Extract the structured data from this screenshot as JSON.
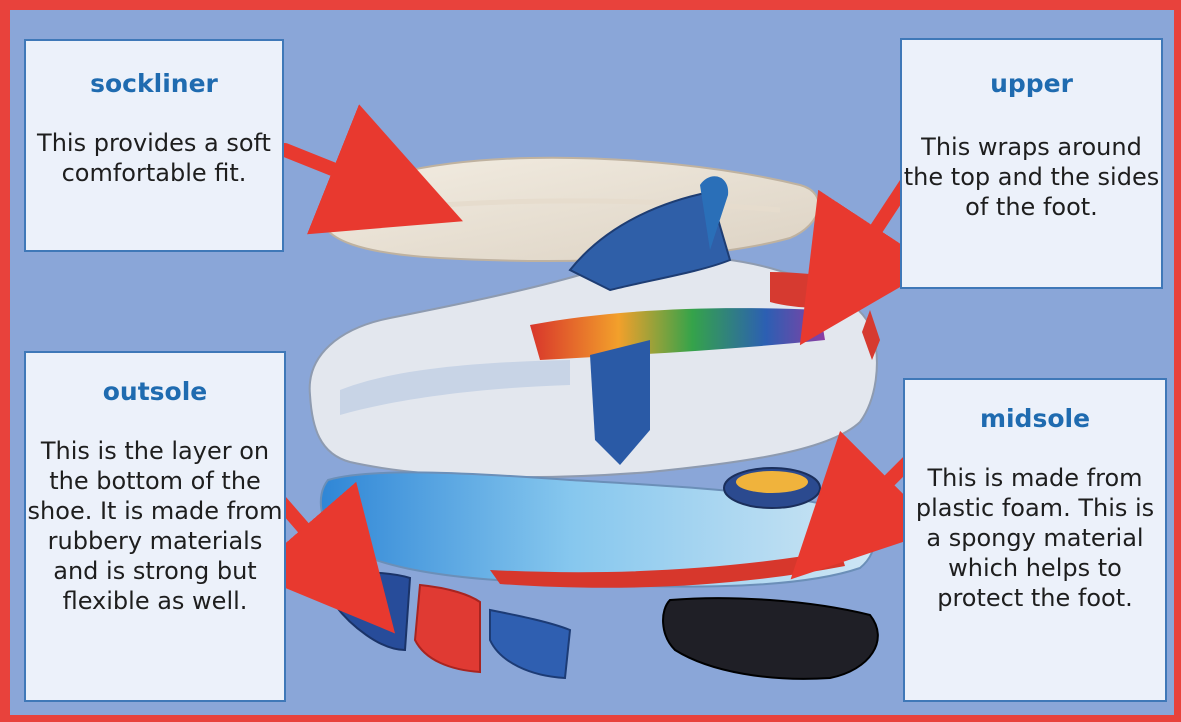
{
  "colors": {
    "frame": "#e8423c",
    "background": "#8aa6d8",
    "box_fill": "#ecf1fa",
    "box_border": "#3f78b8",
    "title_text": "#1f6bb0",
    "arrow": "#e8392f"
  },
  "labels": {
    "sockliner": {
      "title": "sockliner",
      "description": "This provides a soft comfortable fit."
    },
    "upper": {
      "title": "upper",
      "description": "This wraps around the top and the sides of the foot."
    },
    "outsole": {
      "title": "outsole",
      "description": "This is the layer on the bottom of the shoe. It is made from rubbery materials and is strong but flexible as well."
    },
    "midsole": {
      "title": "midsole",
      "description": "This is made from plastic foam. This is a spongy material which helps to protect the foot."
    }
  },
  "image_parts": [
    "sockliner-layer",
    "upper-layer",
    "midsole-layer",
    "outsole-layer"
  ]
}
